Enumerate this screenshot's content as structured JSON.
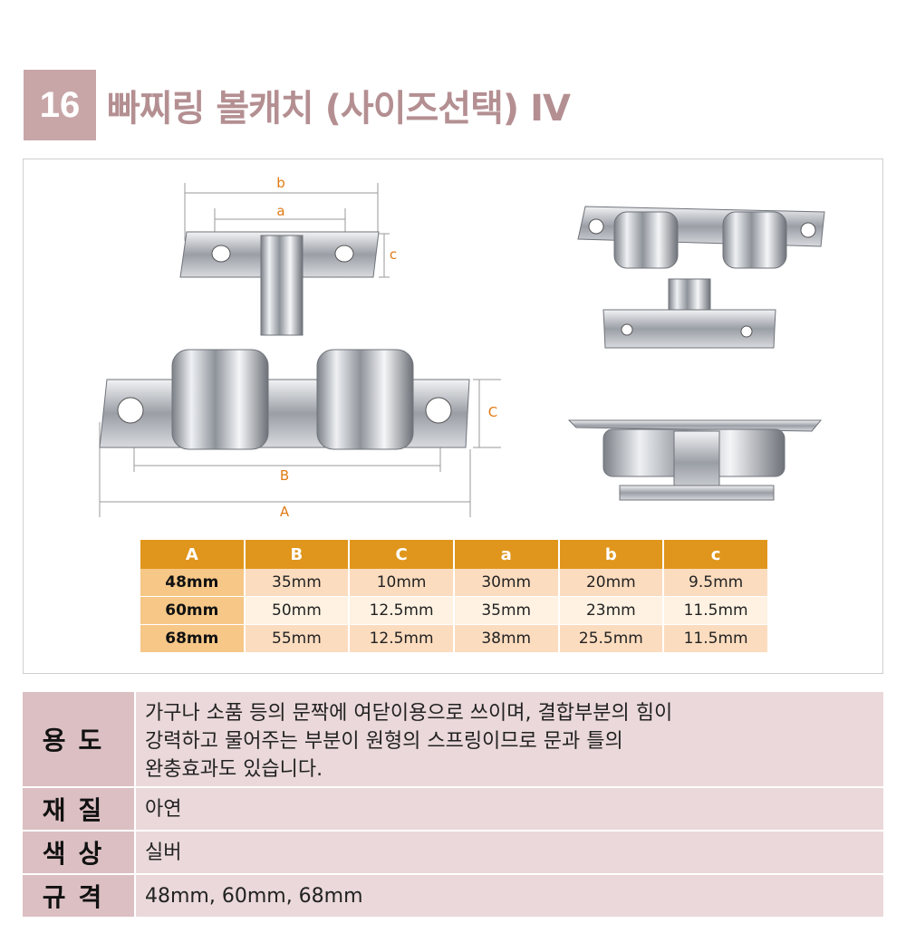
{
  "header": {
    "number": "16",
    "title": "빠찌링 볼캐치 (사이즈선택) IV"
  },
  "diagram_labels": {
    "b": "b",
    "a": "a",
    "c": "c",
    "C": "C",
    "B": "B",
    "A": "A"
  },
  "dimension_table": {
    "headers": [
      "A",
      "B",
      "C",
      "a",
      "b",
      "c"
    ],
    "rows": [
      [
        "48mm",
        "35mm",
        "10mm",
        "30mm",
        "20mm",
        "9.5mm"
      ],
      [
        "60mm",
        "50mm",
        "12.5mm",
        "35mm",
        "23mm",
        "11.5mm"
      ],
      [
        "68mm",
        "55mm",
        "12.5mm",
        "38mm",
        "25.5mm",
        "11.5mm"
      ]
    ]
  },
  "specs": [
    {
      "label": "용도",
      "lines": [
        "가구나 소품 등의 문짝에 여닫이용으로 쓰이며, 결합부분의 힘이",
        "강력하고 물어주는 부분이 원형의 스프링이므로 문과 틀의",
        "완충효과도 있습니다."
      ]
    },
    {
      "label": "재질",
      "lines": [
        "아연"
      ]
    },
    {
      "label": "색상",
      "lines": [
        "실버"
      ]
    },
    {
      "label": "규격",
      "lines": [
        "48mm, 60mm, 68mm"
      ]
    }
  ],
  "colors": {
    "badge": "#c8a6a8",
    "title": "#b48f92",
    "table_header": "#e0961c",
    "dimension_label": "#e07b17",
    "spec_label_bg": "#dbbfc2",
    "spec_value_bg": "#ead8da"
  }
}
